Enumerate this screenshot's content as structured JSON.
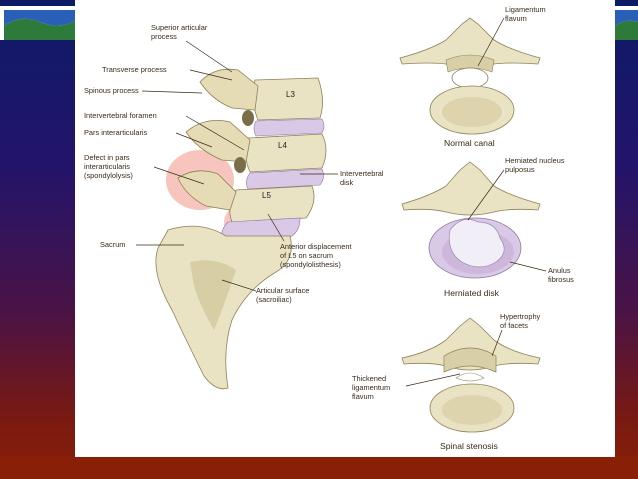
{
  "labels": {
    "superior_articular_process": [
      "Superior articular",
      "process"
    ],
    "transverse_process": "Transverse process",
    "spinous_process": "Spinous process",
    "intervertebral_foramen": "Intervertebral foramen",
    "pars_interarticularis": "Pars interarticularis",
    "defect_in_pars": [
      "Defect in pars",
      "interarticularis",
      "(spondylolysis)"
    ],
    "sacrum": "Sacrum",
    "articular_surface": [
      "Articular surface",
      "(sacroiliac)"
    ],
    "intervertebral_disk": [
      "Intervertebral",
      "disk"
    ],
    "anterior_displacement": [
      "Anterior displacement",
      "of L5 on sacrum",
      "(spondylolisthesis)"
    ],
    "vertebra_l3": "L3",
    "vertebra_l4": "L4",
    "vertebra_l5": "L5",
    "ligamentum_flavum": [
      "Ligamentum",
      "flavum"
    ],
    "normal_canal": "Normal canal",
    "herniated_nucleus_pulposus": [
      "Herniated nucleus",
      "pulposus"
    ],
    "anulus_fibrosus": [
      "Anulus",
      "fibrosus"
    ],
    "herniated_disk": "Herniated disk",
    "hypertrophy_of_facets": [
      "Hypertrophy",
      "of facets"
    ],
    "thickened_ligamentum_flavum": [
      "Thickened",
      "ligamentum",
      "flavum"
    ],
    "spinal_stenosis": "Spinal stenosis"
  },
  "colors": {
    "bone": "#e9e3c4",
    "bone_shade": "#cfc59a",
    "disk": "#d9c8e6",
    "inflammation": "#f4b0a8",
    "nucleus": "#f2eef8"
  }
}
